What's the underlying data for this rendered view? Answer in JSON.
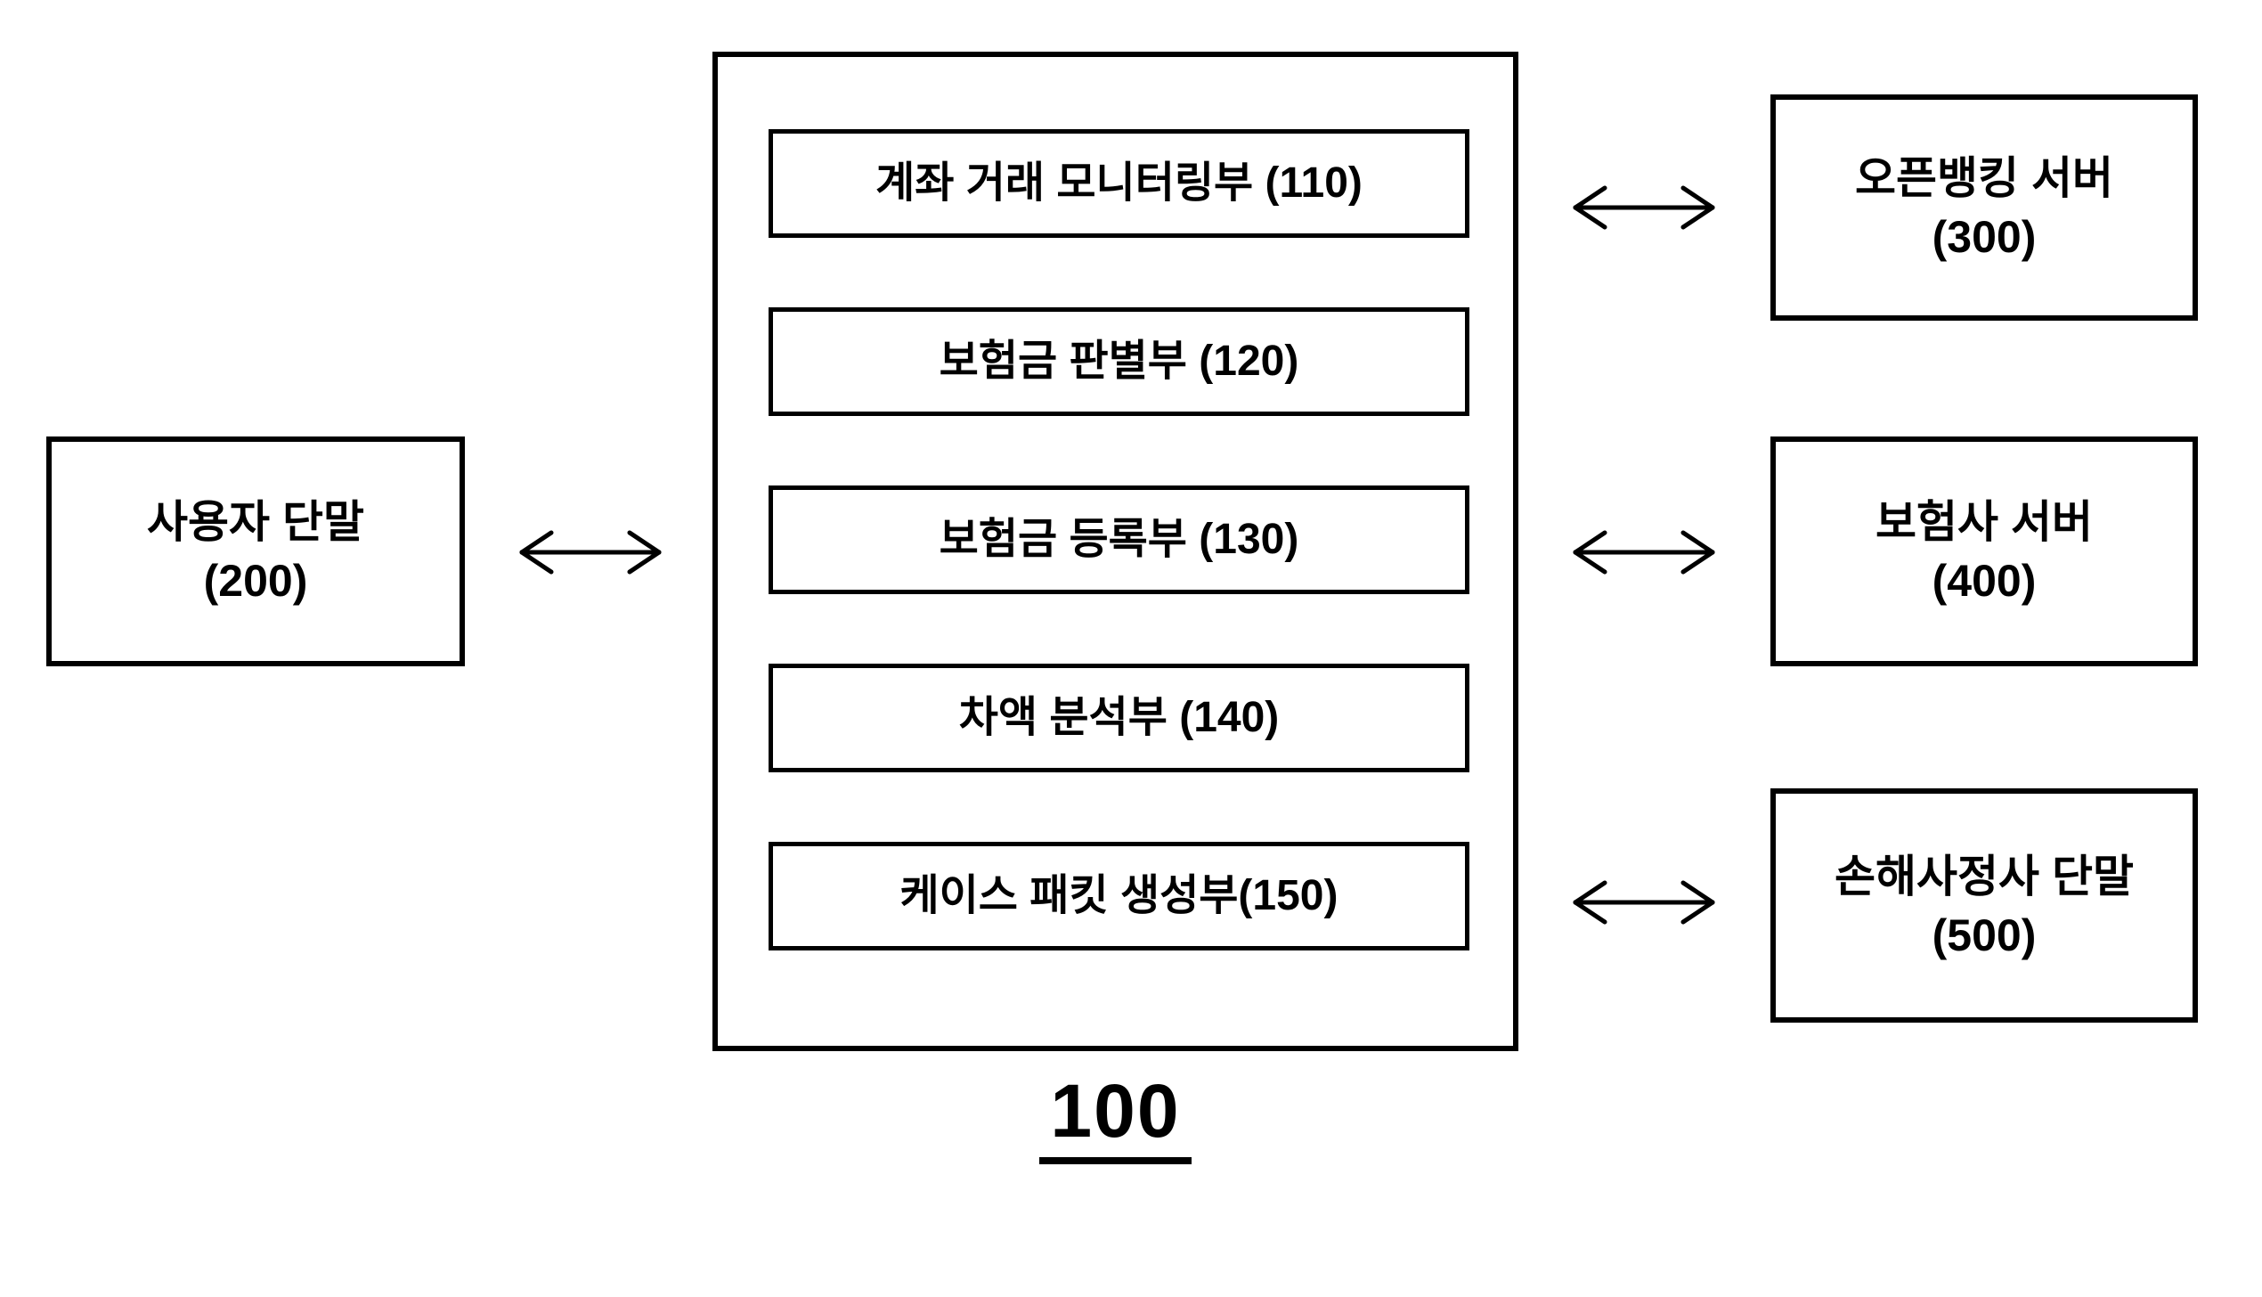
{
  "figure": {
    "system_label": "100",
    "modules": [
      "계좌 거래 모니터링부 (110)",
      "보험금 판별부 (120)",
      "보험금 등록부 (130)",
      "차액 분석부 (140)",
      "케이스 패킷 생성부(150)"
    ],
    "left_node": {
      "name": "사용자 단말",
      "id": "(200)"
    },
    "right_nodes": [
      {
        "name": "오픈뱅킹 서버",
        "id": "(300)"
      },
      {
        "name": "보험사 서버",
        "id": "(400)"
      },
      {
        "name": "손해사정사 단말",
        "id": "(500)"
      }
    ],
    "connectors": [
      "user-terminal <-> system",
      "system <-> open-banking-server",
      "system <-> insurer-server",
      "system <-> loss-adjuster-terminal"
    ],
    "colors": {
      "line": "#000000",
      "background": "#ffffff"
    }
  }
}
